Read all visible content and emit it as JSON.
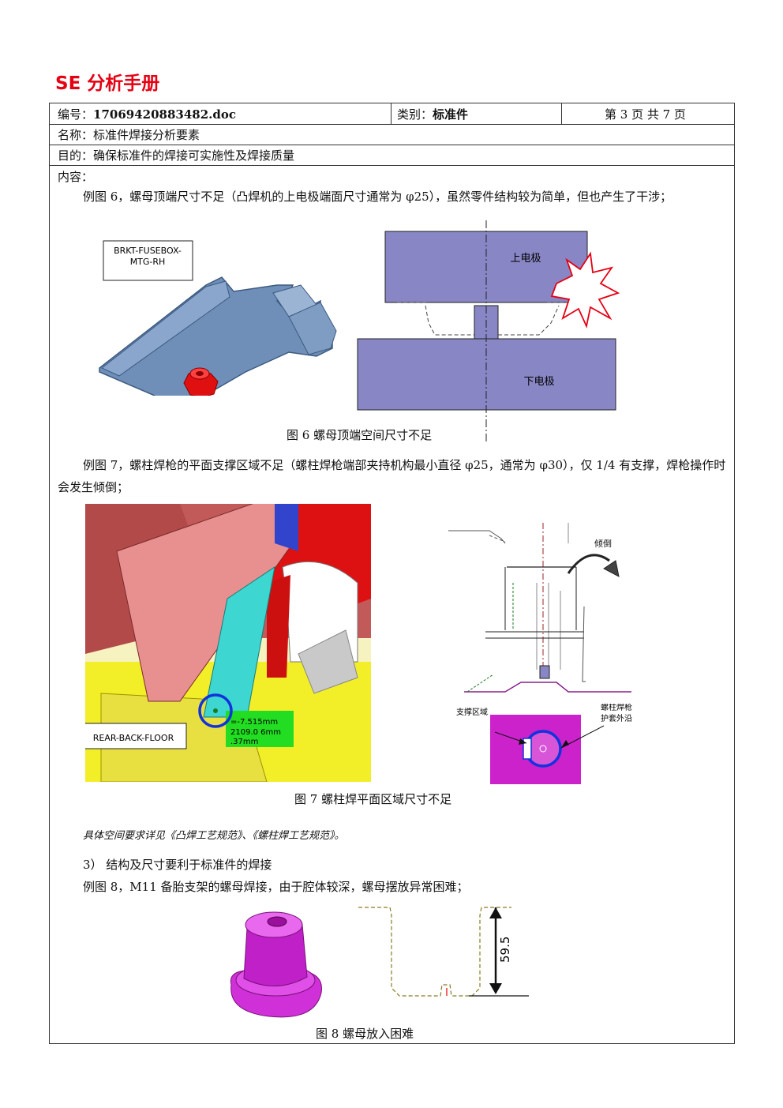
{
  "header": {
    "title": "SE 分析手册"
  },
  "info": {
    "code_label": "编号：",
    "code_value": "17069420883482.doc",
    "category_label": "类别：",
    "category_value": "标准件",
    "page_info": "第 3 页 共 7 页",
    "name_label": "名称：",
    "name_value": "标准件焊接分析要素",
    "purpose_label": "目的：",
    "purpose_value": "确保标准件的焊接可实施性及焊接质量",
    "content_label": "内容："
  },
  "body": {
    "example6": "例图 6，螺母顶端尺寸不足（凸焊机的上电极端面尺寸通常为 φ25），虽然零件结构较为简单，但也产生了干涉；",
    "example7": "例图 7，螺柱焊枪的平面支撑区域不足（螺柱焊枪端部夹持机构最小直径 φ25，通常为 φ30），仅 1/4 有支撑，焊枪操作时会发生倾倒；",
    "note": "具体空间要求详见《凸焊工艺规范》、《螺柱焊工艺规范》。",
    "section3": "3） 结构及尺寸要利于标准件的焊接",
    "example8": "例图 8，M11 备胎支架的螺母焊接，由于腔体较深，螺母摆放异常困难；"
  },
  "fig6": {
    "part_label_1": "BRKT-FUSEBOX-",
    "part_label_2": "MTG-RH",
    "upper_electrode": "上电极",
    "lower_electrode": "下电极",
    "caption": "图 6  螺母顶端空间尺寸不足"
  },
  "fig7": {
    "part_label": "REAR-BACK-FLOOR",
    "meas_1": "=-7.515mm",
    "meas_2": "2109.0  6mm",
    "meas_3": ".37mm",
    "tilt_label": "倾倒",
    "support_label": "支撑区域",
    "gun_label_1": "螺柱焊枪",
    "gun_label_2": "护套外沿",
    "caption": "图 7 螺柱焊平面区域尺寸不足"
  },
  "fig8": {
    "dimension": "59.5",
    "caption": "图 8  螺母放入困难"
  },
  "colors": {
    "title_red": "#e60012",
    "electrode_fill": "#8886c4",
    "nut_red": "#e01010",
    "bracket_blue": "#6f8fb8",
    "magenta": "#cc22cc",
    "highlight_green": "#22dd22"
  }
}
